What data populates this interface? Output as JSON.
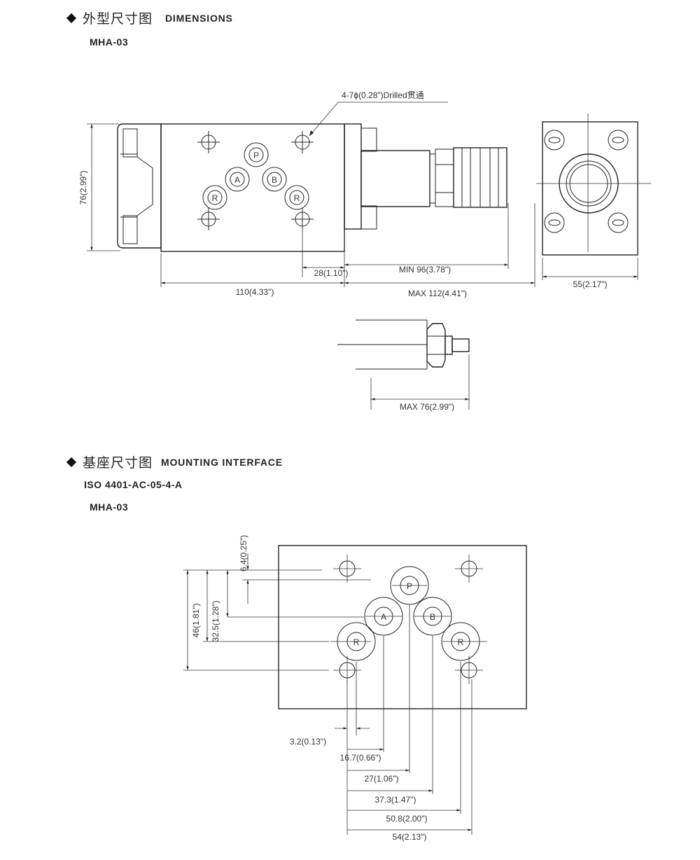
{
  "section1": {
    "title_cn": "外型尺寸图",
    "title_en": "DIMENSIONS",
    "model": "MHA-03"
  },
  "section2": {
    "title_cn": "基座尺寸图",
    "title_en": "MOUNTING INTERFACE",
    "standard": "ISO 4401-AC-05-4-A",
    "model": "MHA-03"
  },
  "side_view": {
    "hole_note": "4-7ϕ(0.28\")Drilled贯通",
    "height": "76(2.99\")",
    "body_length": "110(4.33\")",
    "offset": "28(1.10\")",
    "min_len": "MIN 96(3.78\")",
    "max_len": "MAX 112(4.41\")",
    "width": "55(2.17\")",
    "alt_max": "MAX 76(2.99\")"
  },
  "ports": {
    "p": "P",
    "a": "A",
    "b": "B",
    "r": "R"
  },
  "interface": {
    "d_6_4": "6.4(0.25\")",
    "d_32_5": "32.5(1.28\")",
    "d_46": "46(1.81\")",
    "d_3_2": "3.2(0.13\")",
    "d_16_7": "16.7(0.66\")",
    "d_27": "27(1.06\")",
    "d_37_3": "37.3(1.47\")",
    "d_50_8": "50.8(2.00\")",
    "d_54": "54(2.13\")"
  }
}
